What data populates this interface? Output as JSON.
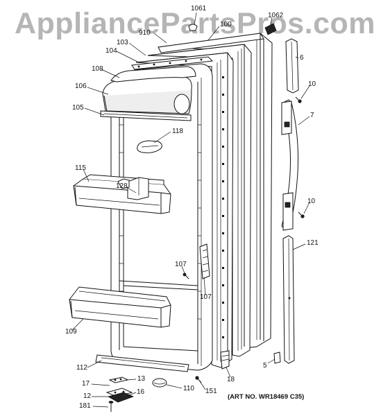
{
  "watermark": "AppliancePartsPros.com",
  "art_number": "(ART NO. WR18469 C35)",
  "callouts": [
    {
      "id": "c1061",
      "text": "1061"
    },
    {
      "id": "c100",
      "text": "100"
    },
    {
      "id": "c1062",
      "text": "1062"
    },
    {
      "id": "c910",
      "text": "910"
    },
    {
      "id": "c103",
      "text": "103"
    },
    {
      "id": "c104",
      "text": "104"
    },
    {
      "id": "c6",
      "text": "6"
    },
    {
      "id": "c108",
      "text": "108"
    },
    {
      "id": "c10a",
      "text": "10"
    },
    {
      "id": "c106",
      "text": "106"
    },
    {
      "id": "c7",
      "text": "7"
    },
    {
      "id": "c105",
      "text": "105"
    },
    {
      "id": "c118",
      "text": "118"
    },
    {
      "id": "c115",
      "text": "115"
    },
    {
      "id": "c128",
      "text": "128"
    },
    {
      "id": "c10b",
      "text": "10"
    },
    {
      "id": "c121",
      "text": "121"
    },
    {
      "id": "c107a",
      "text": "107"
    },
    {
      "id": "c107b",
      "text": "107"
    },
    {
      "id": "c109",
      "text": "109"
    },
    {
      "id": "c5",
      "text": "5"
    },
    {
      "id": "c112",
      "text": "112"
    },
    {
      "id": "c18",
      "text": "18"
    },
    {
      "id": "c13",
      "text": "13"
    },
    {
      "id": "c17",
      "text": "17"
    },
    {
      "id": "c110",
      "text": "110"
    },
    {
      "id": "c151",
      "text": "151"
    },
    {
      "id": "c12",
      "text": "12"
    },
    {
      "id": "c16",
      "text": "16"
    },
    {
      "id": "c181",
      "text": "181"
    }
  ]
}
